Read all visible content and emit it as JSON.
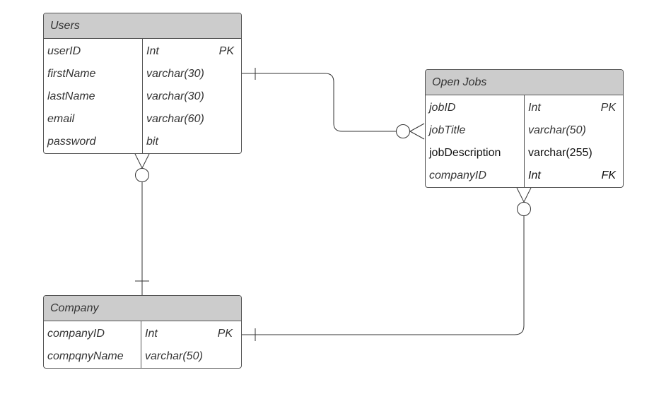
{
  "entities": {
    "users": {
      "title": "Users",
      "rows": [
        {
          "name": "userID",
          "type": "Int",
          "key": "PK"
        },
        {
          "name": "firstName",
          "type": "varchar(30)",
          "key": ""
        },
        {
          "name": "lastName",
          "type": "varchar(30)",
          "key": ""
        },
        {
          "name": "email",
          "type": "varchar(60)",
          "key": ""
        },
        {
          "name": "password",
          "type": "bit",
          "key": ""
        }
      ]
    },
    "open_jobs": {
      "title": "Open Jobs",
      "rows": [
        {
          "name": "jobID",
          "type": "Int",
          "key": "PK"
        },
        {
          "name": "jobTitle",
          "type": "varchar(50)",
          "key": ""
        },
        {
          "name": "jobDescription",
          "type": "varchar(255)",
          "key": ""
        },
        {
          "name": "companyID",
          "type": "Int",
          "key": "FK"
        }
      ]
    },
    "company": {
      "title": "Company",
      "rows": [
        {
          "name": "companyID",
          "type": "Int",
          "key": "PK"
        },
        {
          "name": "compqnyName",
          "type": "varchar(50)",
          "key": ""
        }
      ]
    }
  },
  "relationships": [
    {
      "from": "users",
      "from_end": "one",
      "to": "open_jobs",
      "to_end": "zero-or-many"
    },
    {
      "from": "users",
      "from_end": "zero-or-many",
      "to": "company",
      "to_end": "one"
    },
    {
      "from": "open_jobs",
      "from_end": "zero-or-many",
      "to": "company",
      "to_end": "one"
    }
  ],
  "colors": {
    "header_fill": "#cccccc",
    "border": "#555555",
    "line": "#333333"
  }
}
